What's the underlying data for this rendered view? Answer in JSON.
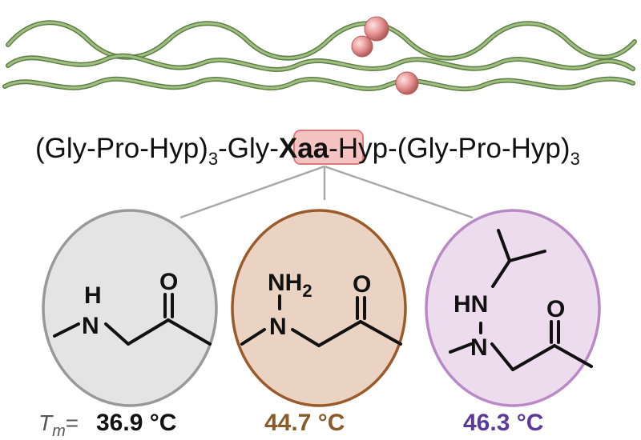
{
  "sequence": {
    "part1": "(Gly-Pro-Hyp)",
    "sub1": "3",
    "part2": "-Gly-",
    "highlight": "Xaa",
    "part3": "-Hyp-(Gly-Pro-Hyp)",
    "sub2": "3"
  },
  "residues": [
    {
      "atoms": {
        "n": "N",
        "h": "H",
        "o": "O"
      },
      "fill": "#e4e4e4",
      "stroke": "#999999"
    },
    {
      "atoms": {
        "n": "N",
        "nh": "NH",
        "sub": "2",
        "o": "O"
      },
      "fill": "#ead3c2",
      "stroke": "#9a5a2a"
    },
    {
      "atoms": {
        "hn": "HN",
        "n": "N",
        "o": "O"
      },
      "fill": "#ecdcee",
      "stroke": "#b889c4"
    }
  ],
  "tm": {
    "label": "T",
    "label_sub": "m",
    "equals": "=",
    "values": [
      "36.9 °C",
      "44.7 °C",
      "46.3 °C"
    ],
    "colors": [
      "#111111",
      "#8b5a2b",
      "#5b3b9a"
    ]
  },
  "colors": {
    "helix": "#8bab6b",
    "helix_dark": "#5e7d46",
    "highlight_fill": "#f6c3c3",
    "highlight_stroke": "#e07a7a",
    "sphere": "#e89696",
    "connector": "#a8a8a8"
  }
}
